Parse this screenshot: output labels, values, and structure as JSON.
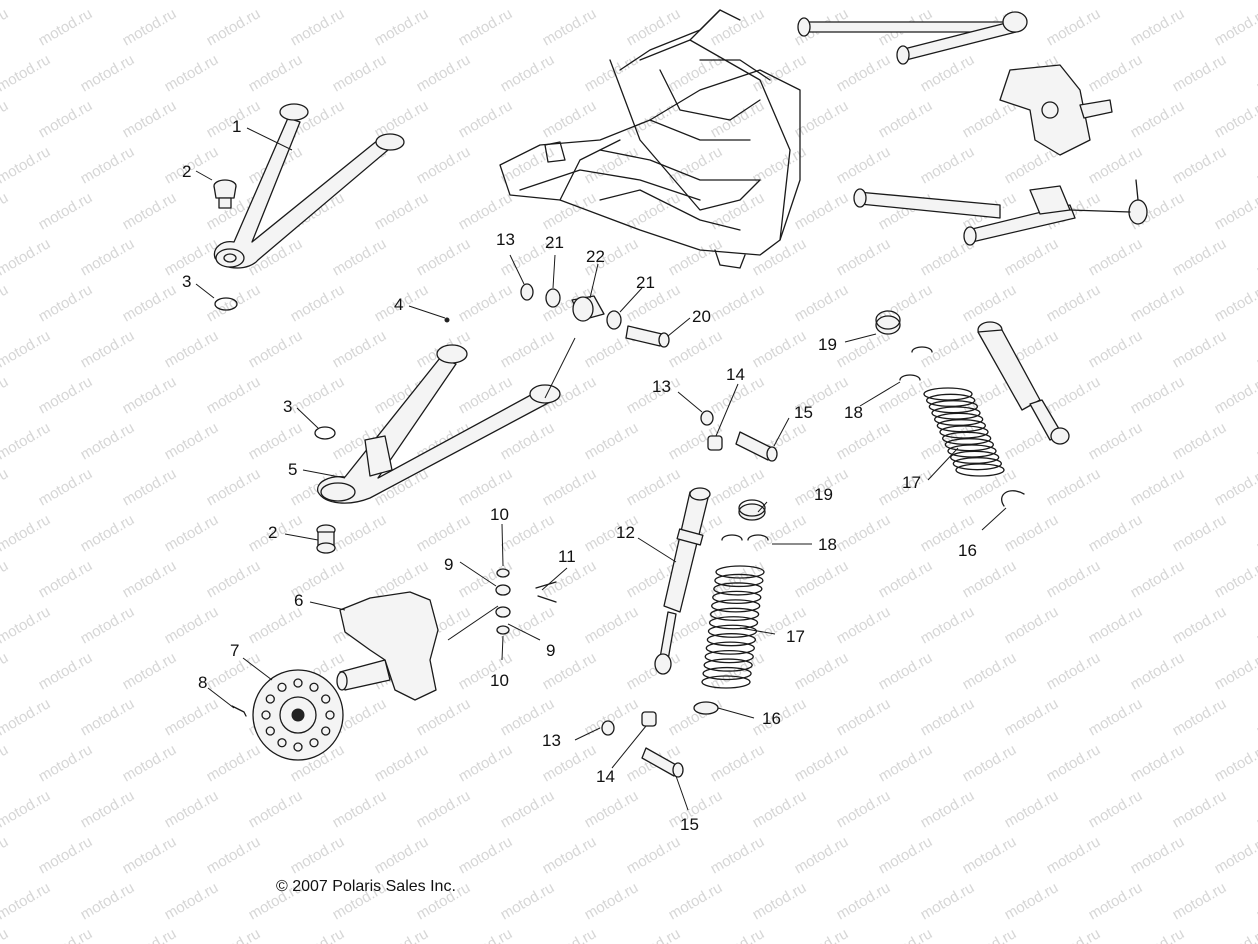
{
  "watermark": {
    "text": "motod.ru"
  },
  "copyright": "© 2007 Polaris Sales Inc.",
  "callouts": [
    {
      "text": "1"
    },
    {
      "text": "2"
    },
    {
      "text": "3"
    },
    {
      "text": "4"
    },
    {
      "text": "3"
    },
    {
      "text": "5"
    },
    {
      "text": "2"
    },
    {
      "text": "6"
    },
    {
      "text": "7"
    },
    {
      "text": "8"
    },
    {
      "text": "13"
    },
    {
      "text": "21"
    },
    {
      "text": "22"
    },
    {
      "text": "21"
    },
    {
      "text": "20"
    },
    {
      "text": "13"
    },
    {
      "text": "14"
    },
    {
      "text": "15"
    },
    {
      "text": "19"
    },
    {
      "text": "18"
    },
    {
      "text": "17"
    },
    {
      "text": "16"
    },
    {
      "text": "10"
    },
    {
      "text": "9"
    },
    {
      "text": "11"
    },
    {
      "text": "9"
    },
    {
      "text": "10"
    },
    {
      "text": "12"
    },
    {
      "text": "19"
    },
    {
      "text": "18"
    },
    {
      "text": "17"
    },
    {
      "text": "16"
    },
    {
      "text": "13"
    },
    {
      "text": "14"
    },
    {
      "text": "15"
    }
  ],
  "colors": {
    "line": "#1a1a1a",
    "watermark": "#d6d6d6",
    "background": "#ffffff"
  }
}
